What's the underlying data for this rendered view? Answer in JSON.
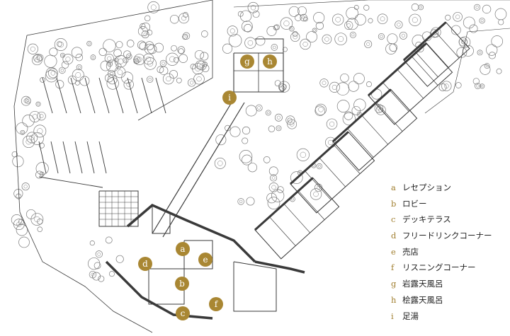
{
  "map": {
    "accent_color": "#a98733",
    "line_color": "#3a3a3a",
    "tree_color": "#7a7a7a",
    "markers": [
      {
        "key": "a",
        "label": "レセプション"
      },
      {
        "key": "b",
        "label": "ロビー"
      },
      {
        "key": "c",
        "label": "デッキテラス"
      },
      {
        "key": "d",
        "label": "フリードリンクコーナー"
      },
      {
        "key": "e",
        "label": "売店"
      },
      {
        "key": "f",
        "label": "リスニングコーナー"
      },
      {
        "key": "g",
        "label": "岩露天風呂"
      },
      {
        "key": "h",
        "label": "桧露天風呂"
      },
      {
        "key": "i",
        "label": "足湯"
      }
    ]
  }
}
